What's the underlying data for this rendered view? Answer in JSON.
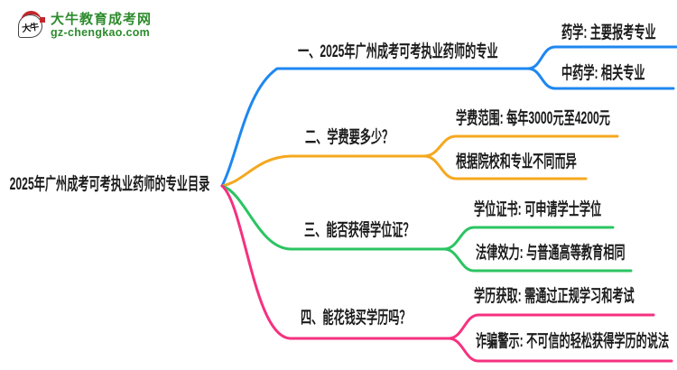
{
  "logo": {
    "brand": "大牛教育成考网",
    "domain": "gz-chengkao.com",
    "icon_text": "大牛",
    "brand_color": "#2e8b2e"
  },
  "root": {
    "label": "2025年广州成考可考执业药师的专业目录"
  },
  "branches": [
    {
      "label": "一、2025年广州成考可考执业药师的专业",
      "color": "#1e87f0",
      "children": [
        {
          "label": "药学: 主要报考专业"
        },
        {
          "label": "中药学: 相关专业"
        }
      ]
    },
    {
      "label": "二、学费要多少？",
      "color": "#f5a81f",
      "children": [
        {
          "label": "学费范围: 每年3000元至4200元"
        },
        {
          "label": "根据院校和专业不同而异"
        }
      ]
    },
    {
      "label": "三、能否获得学位证？",
      "color": "#2bc462",
      "children": [
        {
          "label": "学位证书: 可申请学士学位"
        },
        {
          "label": "法律效力: 与普通高等教育相同"
        }
      ]
    },
    {
      "label": "四、能花钱买学历吗？",
      "color": "#f5317f",
      "children": [
        {
          "label": "学历获取: 需通过正规学习和考试"
        },
        {
          "label": "诈骗警示: 不可信的轻松获得学历的说法"
        }
      ]
    }
  ]
}
